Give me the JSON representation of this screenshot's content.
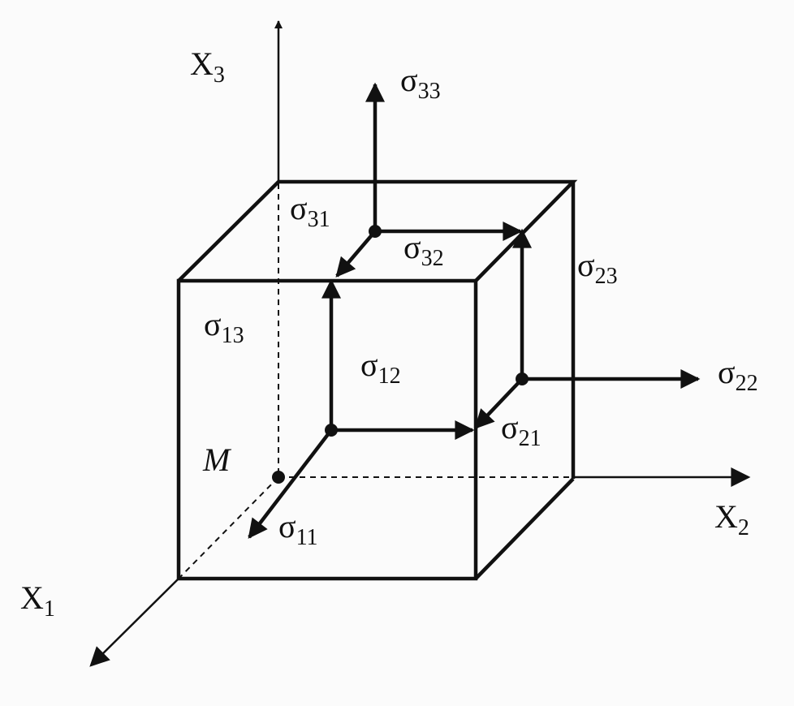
{
  "diagram": {
    "axes": {
      "x1": {
        "main": "X",
        "sub": "1"
      },
      "x2": {
        "main": "X",
        "sub": "2"
      },
      "x3": {
        "main": "X",
        "sub": "3"
      }
    },
    "origin_label": "M",
    "stresses": {
      "s11": {
        "main": "σ",
        "sub": "11"
      },
      "s12": {
        "main": "σ",
        "sub": "12"
      },
      "s13": {
        "main": "σ",
        "sub": "13"
      },
      "s21": {
        "main": "σ",
        "sub": "21"
      },
      "s22": {
        "main": "σ",
        "sub": "22"
      },
      "s23": {
        "main": "σ",
        "sub": "23"
      },
      "s31": {
        "main": "σ",
        "sub": "31"
      },
      "s32": {
        "main": "σ",
        "sub": "32"
      },
      "s33": {
        "main": "σ",
        "sub": "33"
      }
    },
    "colors": {
      "ink": "#111111",
      "background": "#fbfbfb"
    }
  }
}
